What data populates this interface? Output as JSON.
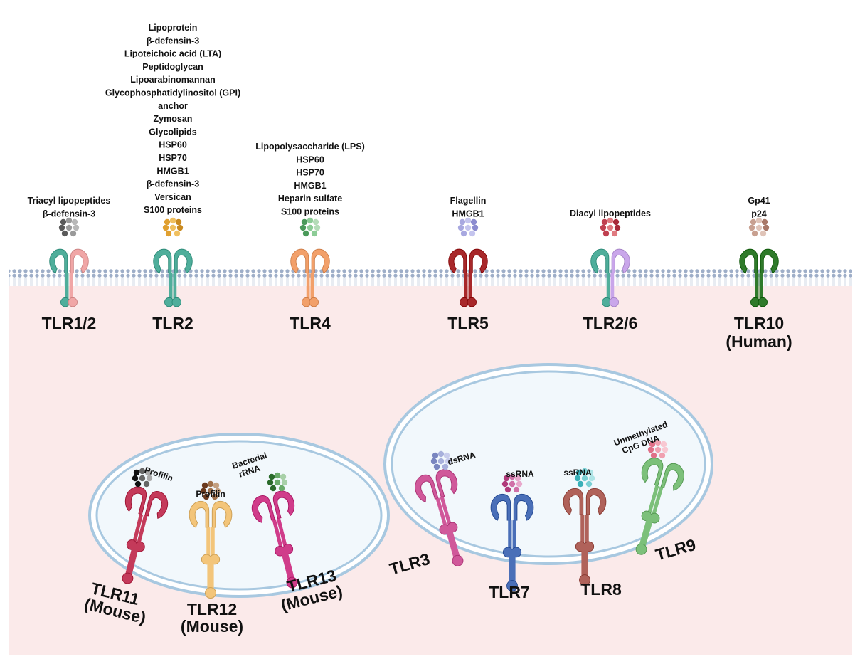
{
  "membrane_receptors": [
    {
      "id": "tlr1-2",
      "label": [
        "TLR1/2"
      ],
      "ligands": [
        "Triacyl lipopeptides",
        "β-defensin-3"
      ],
      "colors": [
        "#4fae9b",
        "#f0a6a6"
      ],
      "dots": [
        "#5a5a5a",
        "#9a9a9a",
        "#b8b8b8"
      ]
    },
    {
      "id": "tlr2",
      "label": [
        "TLR2"
      ],
      "ligands": [
        "Lipoprotein",
        "β-defensin-3",
        "Lipoteichoic acid (LTA)",
        "Peptidoglycan",
        "Lipoarabinomannan",
        "Glycophosphatidylinositol (GPI)",
        "anchor",
        "Zymosan",
        "Glycolipids",
        "HSP60",
        "HSP70",
        "HMGB1",
        "β-defensin-3",
        "Versican",
        "S100 proteins"
      ],
      "colors": [
        "#4fae9b",
        "#4fae9b"
      ],
      "dots": [
        "#e0a030",
        "#f0c060",
        "#c98a20"
      ]
    },
    {
      "id": "tlr4",
      "label": [
        "TLR4"
      ],
      "ligands": [
        "Lipopolysaccharide (LPS)",
        "HSP60",
        "HSP70",
        "HMGB1",
        "Heparin sulfate",
        "S100 proteins"
      ],
      "colors": [
        "#f2a06a",
        "#f2a06a"
      ],
      "dots": [
        "#4a9a5a",
        "#8ccc96",
        "#b4dcb8"
      ]
    },
    {
      "id": "tlr5",
      "label": [
        "TLR5"
      ],
      "ligands": [
        "Flagellin",
        "HMGB1"
      ],
      "colors": [
        "#a8282a",
        "#a8282a"
      ],
      "dots": [
        "#a8a8e0",
        "#c4c4ee",
        "#8c8cd0"
      ]
    },
    {
      "id": "tlr2-6",
      "label": [
        "TLR2/6"
      ],
      "ligands": [
        "Diacyl lipopeptides"
      ],
      "colors": [
        "#4fae9b",
        "#c9a6ea"
      ],
      "dots": [
        "#c04050",
        "#e07a80",
        "#a82a3a"
      ]
    },
    {
      "id": "tlr10",
      "label": [
        "TLR10",
        "(Human)"
      ],
      "ligands": [
        "Gp41",
        "p24"
      ],
      "colors": [
        "#2f7a2a",
        "#2f7a2a"
      ],
      "dots": [
        "#c8a090",
        "#e0c4b8",
        "#a87868"
      ]
    }
  ],
  "endosome_left": [
    {
      "id": "tlr11",
      "label": [
        "TLR11",
        "(Mouse)"
      ],
      "ligands": [
        "Profilin"
      ],
      "color": "#c43a5a",
      "dots": [
        "#111111",
        "#666666",
        "#aaaaaa"
      ]
    },
    {
      "id": "tlr12",
      "label": [
        "TLR12",
        "(Mouse)"
      ],
      "ligands": [
        "Profilin"
      ],
      "color": "#f3c57a",
      "dots": [
        "#6b3a1e",
        "#a0704a",
        "#c4a080"
      ]
    },
    {
      "id": "tlr13",
      "label": [
        "TLR13",
        "(Mouse)"
      ],
      "ligands": [
        "Bacterial",
        "rRNA"
      ],
      "color": "#d03c8a",
      "dots": [
        "#2a6a2a",
        "#6aaa6a",
        "#a8d0a8"
      ]
    }
  ],
  "endosome_right": [
    {
      "id": "tlr3",
      "label": [
        "TLR3"
      ],
      "ligands": [
        "dsRNA"
      ],
      "color": "#d0589a",
      "dots": [
        "#7a86c0",
        "#a8b0dc",
        "#c8ccec"
      ]
    },
    {
      "id": "tlr7",
      "label": [
        "TLR7"
      ],
      "ligands": [
        "ssRNA"
      ],
      "color": "#4a6fb8",
      "dots": [
        "#b03a7a",
        "#d070a8",
        "#e8a8cc"
      ]
    },
    {
      "id": "tlr8",
      "label": [
        "TLR8"
      ],
      "ligands": [
        "ssRNA"
      ],
      "color": "#b0625a",
      "dots": [
        "#3ab0b8",
        "#7ad0d4",
        "#aee4e6"
      ]
    },
    {
      "id": "tlr9",
      "label": [
        "TLR9"
      ],
      "ligands": [
        "Unmethylated",
        "CpG DNA"
      ],
      "color": "#7cc07a",
      "dots": [
        "#e07088",
        "#f0a0b0",
        "#f8c8d2"
      ]
    }
  ],
  "colors": {
    "cytoplasm": "#fbeaea",
    "membrane": "#b8c4d8",
    "endosome_fill": "#f2f8fc",
    "endosome_stroke": "#a8c8e0"
  }
}
